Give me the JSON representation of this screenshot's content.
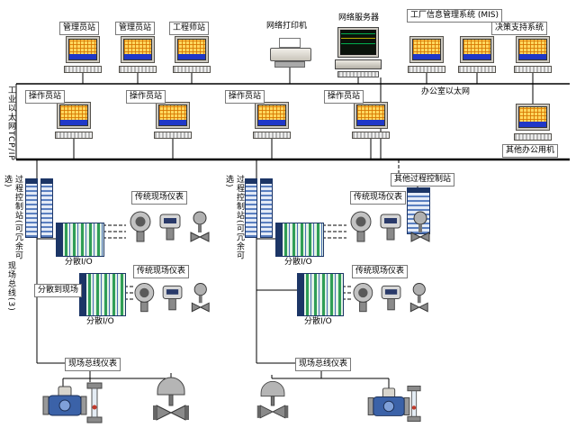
{
  "colors": {
    "line": "#000000",
    "rack_blue": "#1c3566",
    "module_green": "#2f9e55",
    "screen_yellow": "#ffd75e",
    "screen_blue": "#2038c8",
    "flowmeter_blue": "#3b62a8"
  },
  "icons": {
    "computer": "computer-icon",
    "server": "server-icon",
    "printer": "printer-icon",
    "controller_rack": "controller-rack-icon",
    "io_rack": "io-rack-icon",
    "transmitter_group": "transmitter-icons-group",
    "control_valve": "control-valve-icon",
    "flowmeter": "flowmeter-icon",
    "rotameter": "rotameter-icon"
  },
  "diagram": {
    "top": {
      "admin1": "管理员站",
      "admin2": "管理员站",
      "engineer": "工程师站",
      "printer": "网络打印机",
      "server": "网络服务器",
      "mis": "工厂信息管理系统 (MIS)",
      "dss": "决策支持系统"
    },
    "office_ethernet": "办公室以太网",
    "other_office": "其他办公用机",
    "operators": [
      "操作员站",
      "操作员站",
      "操作员站",
      "操作员站"
    ],
    "industrial_ethernet": "工业以太网TCP/IP",
    "process_station": "过程控制站(可冗余可选)",
    "other_process_station": "其他过程控制站",
    "io_labels": [
      "分散I/O",
      "分散I/O",
      "分散I/O",
      "分散I/O"
    ],
    "trad_labels": [
      "传统现场仪表",
      "传统现场仪表",
      "传统现场仪表",
      "传统现场仪表"
    ],
    "fieldbus": "现场总线(3)",
    "to_field": "分散到现场",
    "fieldbus_inst": [
      "现场总线仪表",
      "现场总线仪表"
    ]
  }
}
